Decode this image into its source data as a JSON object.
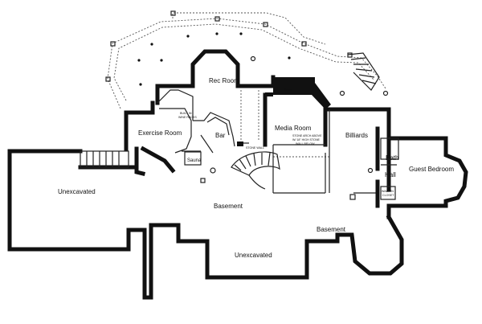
{
  "plan": {
    "rooms": {
      "rec_room": "Rec Room",
      "exercise_room": "Exercise Room",
      "bar": "Bar",
      "media_room": "Media Room",
      "billiards": "Billiards",
      "bath": "Bath",
      "hall": "Hall",
      "guest_bedroom": "Guest Bedroom",
      "unexcavated_left": "Unexcavated",
      "basement_center": "Basement",
      "basement_right": "Basement",
      "unexcavated_bottom": "Unexcavated",
      "sauna": "Sauna"
    },
    "notes": {
      "built_in_wine_racks_1": "BUILT IN",
      "built_in_wine_racks_2": "WINE RACKS",
      "stone_wall": "STONE WALL",
      "stone_arch_1": "STONE ARCH ABOVE",
      "stone_arch_2": "W/ 18\" HIGH STONE",
      "stone_arch_3": "WALL BELOW",
      "room_tag": "Room",
      "walk_in_closet_1": "WALK-IN",
      "walk_in_closet_2": "CLOSET"
    }
  }
}
